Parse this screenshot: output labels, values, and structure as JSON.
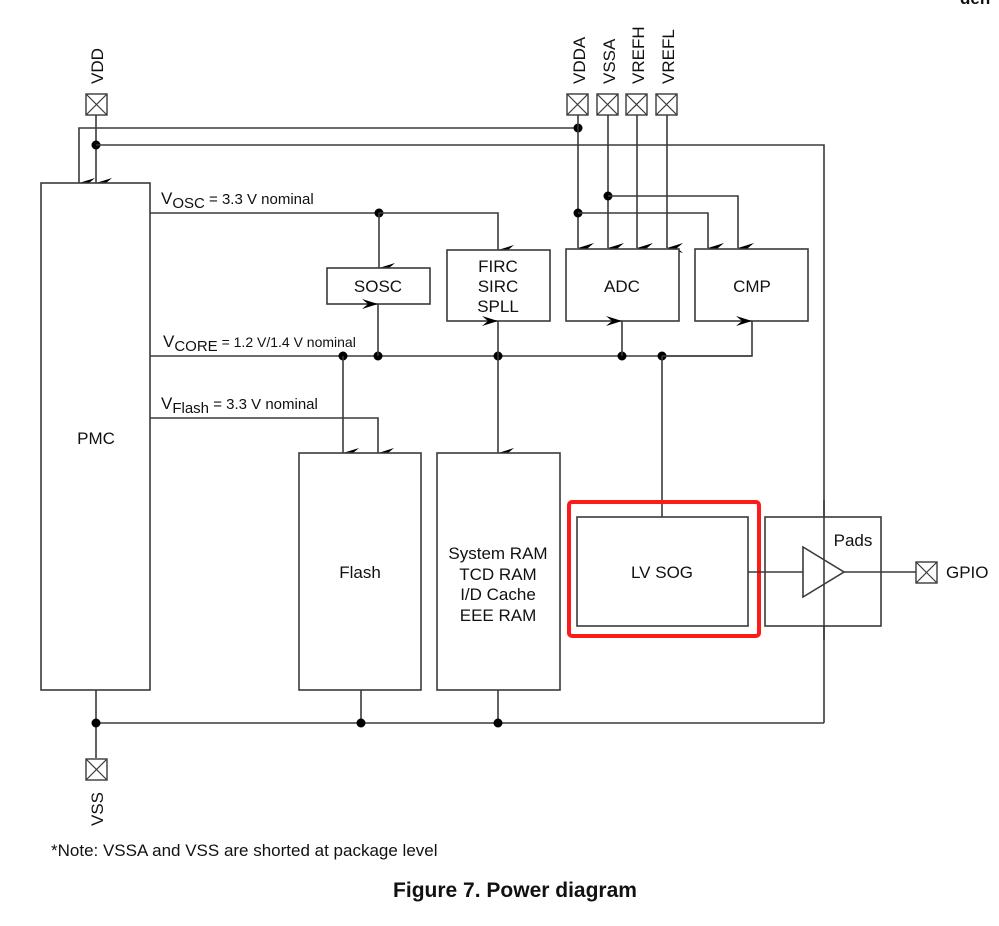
{
  "figure": {
    "caption": "Figure 7. Power diagram",
    "note": "*Note: VSSA and VSS are shorted at package level",
    "corner_fragment": "den"
  },
  "pins": {
    "vdd": "VDD",
    "vdda": "VDDA",
    "vssa": "VSSA",
    "vrefh": "VREFH",
    "vrefl": "VREFL",
    "vss": "VSS",
    "gpio": "GPIO"
  },
  "rails": {
    "vosc": {
      "main": "V",
      "sub": "OSC",
      "rest": " = 3.3 V nominal"
    },
    "vcore": {
      "main": "V",
      "sub": "CORE",
      "rest": " = 1.2 V/1.4 V nominal"
    },
    "vflash": {
      "main": "V",
      "sub": "Flash",
      "rest": " = 3.3 V nominal"
    }
  },
  "blocks": {
    "pmc": "PMC",
    "sosc": "SOSC",
    "clocks": [
      "FIRC",
      "SIRC",
      "SPLL"
    ],
    "adc": "ADC",
    "cmp": "CMP",
    "flash": "Flash",
    "ram": [
      "System RAM",
      "TCD RAM",
      "I/D Cache",
      "EEE RAM"
    ],
    "lvsog": "LV SOG",
    "pads": "Pads"
  },
  "highlight": {
    "target": "LV SOG",
    "color": "#ff1a1a"
  }
}
